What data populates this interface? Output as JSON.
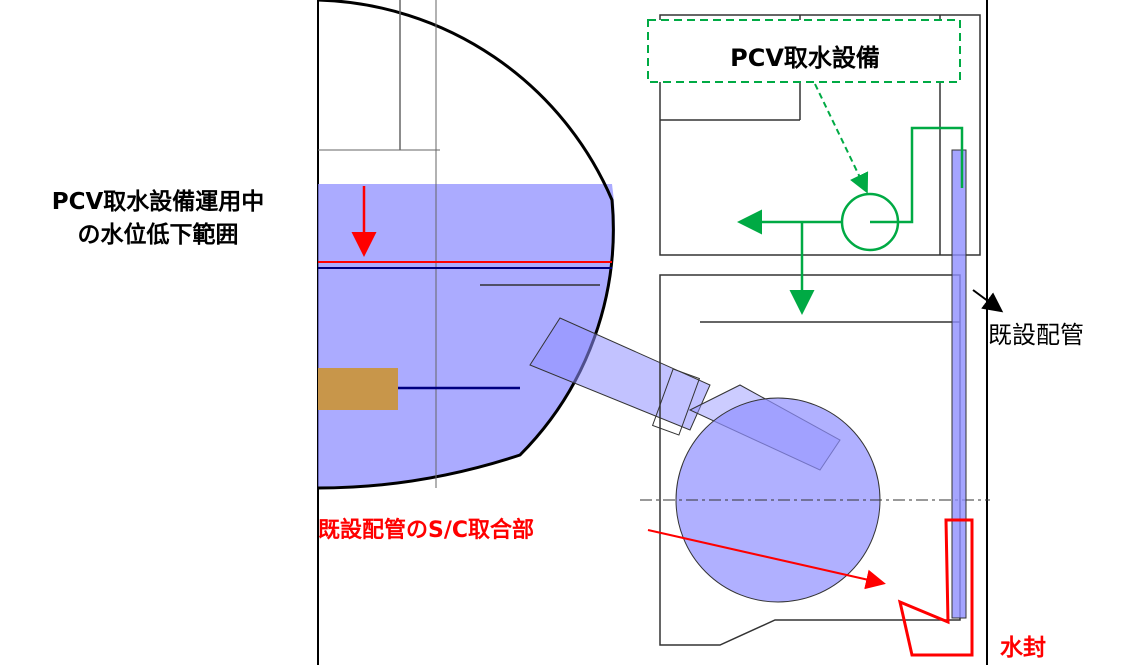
{
  "labels": {
    "water_level_line1": "PCV取水設備運用中",
    "water_level_line2": "の水位低下範囲",
    "intake_facility": "PCV取水設備",
    "existing_pipe": "既設配管",
    "sc_junction": "既設配管のS/C取合部",
    "water_seal": "水封"
  },
  "colors": {
    "water": "#8f8fff",
    "highlight_red": "#ff0000",
    "flow_green": "#00aa44",
    "structure_line": "#555555"
  }
}
